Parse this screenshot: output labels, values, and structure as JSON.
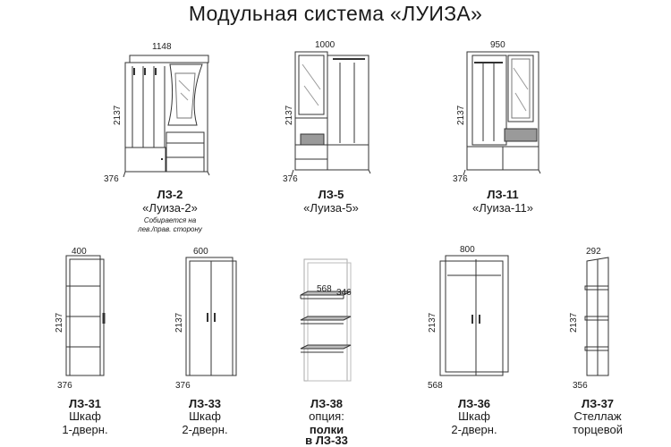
{
  "title": "Модульная система «ЛУИЗА»",
  "top_row": [
    {
      "code": "ЛЗ-2",
      "name": "«Луиза-2»",
      "note_line1": "Собирается на",
      "note_line2": "лев./прав. сторону",
      "width": "1148",
      "height": "2137",
      "depth": "376"
    },
    {
      "code": "ЛЗ-5",
      "name": "«Луиза-5»",
      "width": "1000",
      "height": "2137",
      "depth": "376"
    },
    {
      "code": "ЛЗ-11",
      "name": "«Луиза-11»",
      "width": "950",
      "height": "2137",
      "depth": "376"
    }
  ],
  "bottom_row": [
    {
      "code": "ЛЗ-31",
      "line1": "Шкаф",
      "line2": "1-дверн.",
      "width": "400",
      "height": "2137",
      "depth": "376"
    },
    {
      "code": "ЛЗ-33",
      "line1": "Шкаф",
      "line2": "2-дверн.",
      "width": "600",
      "height": "2137",
      "depth": "376"
    },
    {
      "code": "ЛЗ-38",
      "line1": "опция:",
      "line2": "полки",
      "line3": "в ЛЗ-33",
      "width": "568",
      "depth": "346"
    },
    {
      "code": "ЛЗ-36",
      "line1": "Шкаф",
      "line2": "2-дверн.",
      "width": "800",
      "height": "2137",
      "depth": "568"
    },
    {
      "code": "ЛЗ-37",
      "line1": "Стеллаж",
      "line2": "торцевой",
      "width": "292",
      "height": "2137",
      "depth": "356"
    }
  ]
}
